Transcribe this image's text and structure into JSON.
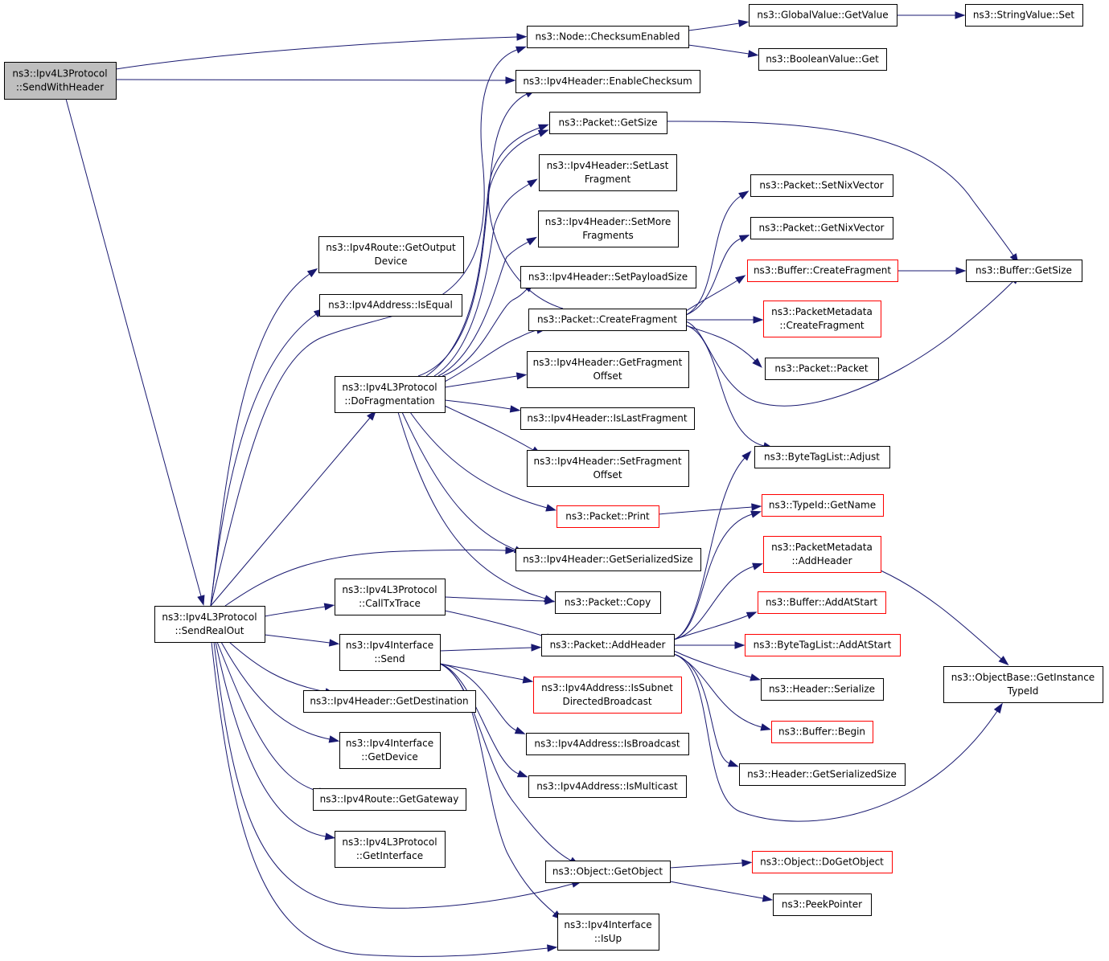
{
  "graph": {
    "nodes": [
      {
        "id": "sendWithHeader",
        "lines": [
          "ns3::Ipv4L3Protocol",
          "::SendWithHeader"
        ],
        "root": true
      },
      {
        "id": "sendRealOut",
        "lines": [
          "ns3::Ipv4L3Protocol",
          "::SendRealOut"
        ]
      },
      {
        "id": "checksumEnabled",
        "lines": [
          "ns3::Node::ChecksumEnabled"
        ]
      },
      {
        "id": "globalGetValue",
        "lines": [
          "ns3::GlobalValue::GetValue"
        ]
      },
      {
        "id": "stringSet",
        "lines": [
          "ns3::StringValue::Set"
        ]
      },
      {
        "id": "boolGet",
        "lines": [
          "ns3::BooleanValue::Get"
        ]
      },
      {
        "id": "enableChecksum",
        "lines": [
          "ns3::Ipv4Header::EnableChecksum"
        ]
      },
      {
        "id": "packetGetSize",
        "lines": [
          "ns3::Packet::GetSize"
        ]
      },
      {
        "id": "setLastFragment",
        "lines": [
          "ns3::Ipv4Header::SetLast",
          "Fragment"
        ]
      },
      {
        "id": "setMoreFragments",
        "lines": [
          "ns3::Ipv4Header::SetMore",
          "Fragments"
        ]
      },
      {
        "id": "setPayloadSize",
        "lines": [
          "ns3::Ipv4Header::SetPayloadSize"
        ]
      },
      {
        "id": "createFragment",
        "lines": [
          "ns3::Packet::CreateFragment"
        ]
      },
      {
        "id": "getFragmentOffset",
        "lines": [
          "ns3::Ipv4Header::GetFragment",
          "Offset"
        ]
      },
      {
        "id": "isLastFragment",
        "lines": [
          "ns3::Ipv4Header::IsLastFragment"
        ]
      },
      {
        "id": "setFragmentOffset",
        "lines": [
          "ns3::Ipv4Header::SetFragment",
          "Offset"
        ]
      },
      {
        "id": "packetPrint",
        "lines": [
          "ns3::Packet::Print"
        ],
        "truncated": true
      },
      {
        "id": "getSerializedSize",
        "lines": [
          "ns3::Ipv4Header::GetSerializedSize"
        ]
      },
      {
        "id": "packetCopy",
        "lines": [
          "ns3::Packet::Copy"
        ]
      },
      {
        "id": "addHeader",
        "lines": [
          "ns3::Packet::AddHeader"
        ]
      },
      {
        "id": "getOutputDevice",
        "lines": [
          "ns3::Ipv4Route::GetOutput",
          "Device"
        ]
      },
      {
        "id": "isEqual",
        "lines": [
          "ns3::Ipv4Address::IsEqual"
        ]
      },
      {
        "id": "doFragmentation",
        "lines": [
          "ns3::Ipv4L3Protocol",
          "::DoFragmentation"
        ]
      },
      {
        "id": "callTxTrace",
        "lines": [
          "ns3::Ipv4L3Protocol",
          "::CallTxTrace"
        ]
      },
      {
        "id": "ifaceSend",
        "lines": [
          "ns3::Ipv4Interface",
          "::Send"
        ]
      },
      {
        "id": "getDestination",
        "lines": [
          "ns3::Ipv4Header::GetDestination"
        ]
      },
      {
        "id": "ifaceGetDevice",
        "lines": [
          "ns3::Ipv4Interface",
          "::GetDevice"
        ]
      },
      {
        "id": "getGateway",
        "lines": [
          "ns3::Ipv4Route::GetGateway"
        ]
      },
      {
        "id": "getInterface",
        "lines": [
          "ns3::Ipv4L3Protocol",
          "::GetInterface"
        ]
      },
      {
        "id": "isSubnetDirected",
        "lines": [
          "ns3::Ipv4Address::IsSubnet",
          "DirectedBroadcast"
        ],
        "truncated": true
      },
      {
        "id": "isBroadcast",
        "lines": [
          "ns3::Ipv4Address::IsBroadcast"
        ]
      },
      {
        "id": "isMulticast",
        "lines": [
          "ns3::Ipv4Address::IsMulticast"
        ]
      },
      {
        "id": "getObject",
        "lines": [
          "ns3::Object::GetObject"
        ]
      },
      {
        "id": "isUp",
        "lines": [
          "ns3::Ipv4Interface",
          "::IsUp"
        ]
      },
      {
        "id": "setNixVector",
        "lines": [
          "ns3::Packet::SetNixVector"
        ]
      },
      {
        "id": "getNixVector",
        "lines": [
          "ns3::Packet::GetNixVector"
        ]
      },
      {
        "id": "bufCreateFragment",
        "lines": [
          "ns3::Buffer::CreateFragment"
        ],
        "truncated": true
      },
      {
        "id": "metaCreateFragment",
        "lines": [
          "ns3::PacketMetadata",
          "::CreateFragment"
        ],
        "truncated": true
      },
      {
        "id": "packetCtor",
        "lines": [
          "ns3::Packet::Packet"
        ]
      },
      {
        "id": "byteTagAdjust",
        "lines": [
          "ns3::ByteTagList::Adjust"
        ]
      },
      {
        "id": "typeIdGetName",
        "lines": [
          "ns3::TypeId::GetName"
        ],
        "truncated": true
      },
      {
        "id": "metaAddHeader",
        "lines": [
          "ns3::PacketMetadata",
          "::AddHeader"
        ],
        "truncated": true
      },
      {
        "id": "bufAddAtStart",
        "lines": [
          "ns3::Buffer::AddAtStart"
        ],
        "truncated": true
      },
      {
        "id": "byteTagAddAtStart",
        "lines": [
          "ns3::ByteTagList::AddAtStart"
        ],
        "truncated": true
      },
      {
        "id": "headerSerialize",
        "lines": [
          "ns3::Header::Serialize"
        ]
      },
      {
        "id": "bufBegin",
        "lines": [
          "ns3::Buffer::Begin"
        ],
        "truncated": true
      },
      {
        "id": "headerGetSerializedSize",
        "lines": [
          "ns3::Header::GetSerializedSize"
        ]
      },
      {
        "id": "doGetObject",
        "lines": [
          "ns3::Object::DoGetObject"
        ],
        "truncated": true
      },
      {
        "id": "peekPointer",
        "lines": [
          "ns3::PeekPointer"
        ]
      },
      {
        "id": "bufGetSize",
        "lines": [
          "ns3::Buffer::GetSize"
        ]
      },
      {
        "id": "getInstanceTypeId",
        "lines": [
          "ns3::ObjectBase::GetInstance",
          "TypeId"
        ]
      }
    ]
  },
  "colors": {
    "edge": "#191970",
    "border": "#000000",
    "truncated_border": "#ff0000",
    "root_fill": "#bfbfbf",
    "fill": "#ffffff"
  }
}
